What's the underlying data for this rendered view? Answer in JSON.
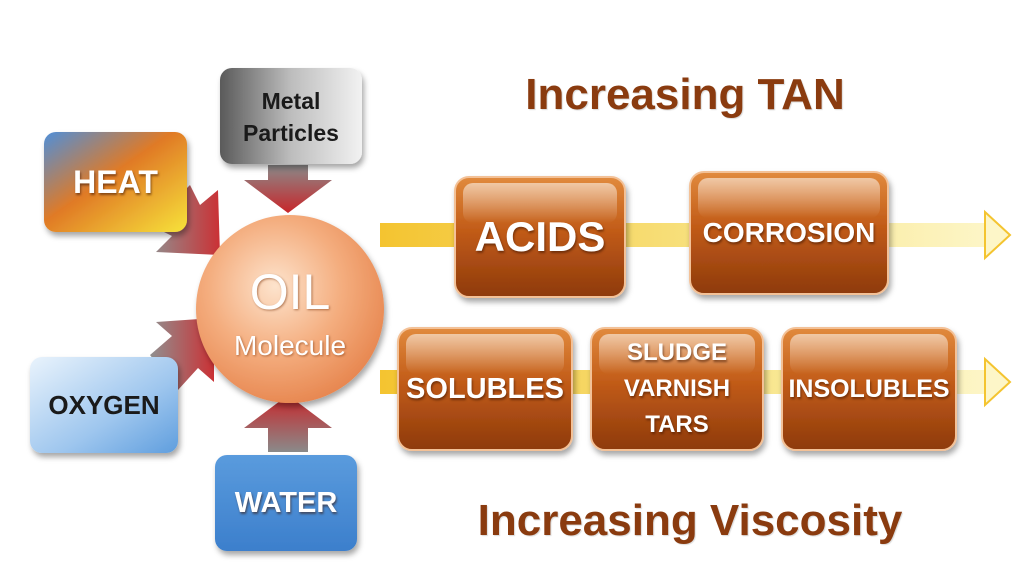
{
  "inputs": {
    "heat": "HEAT",
    "metal": "Metal Particles",
    "oxygen": "OXYGEN",
    "water": "WATER"
  },
  "center": {
    "title": "OIL",
    "subtitle": "Molecule"
  },
  "top_row": {
    "title": "Increasing TAN",
    "boxes": [
      "ACIDS",
      "CORROSION"
    ]
  },
  "bottom_row": {
    "title": "Increasing Viscosity",
    "boxes": [
      "SOLUBLES",
      "SLUDGE\nVARNISH\nTARS",
      "INSOLUBLES"
    ]
  },
  "colors": {
    "box_orange": "#c9661e",
    "box_orange_dark": "#8e3a0c",
    "title_brown": "#8a3b0f",
    "arrow_yellow": "#f6d24a",
    "arrow_red": "#c8262a"
  }
}
